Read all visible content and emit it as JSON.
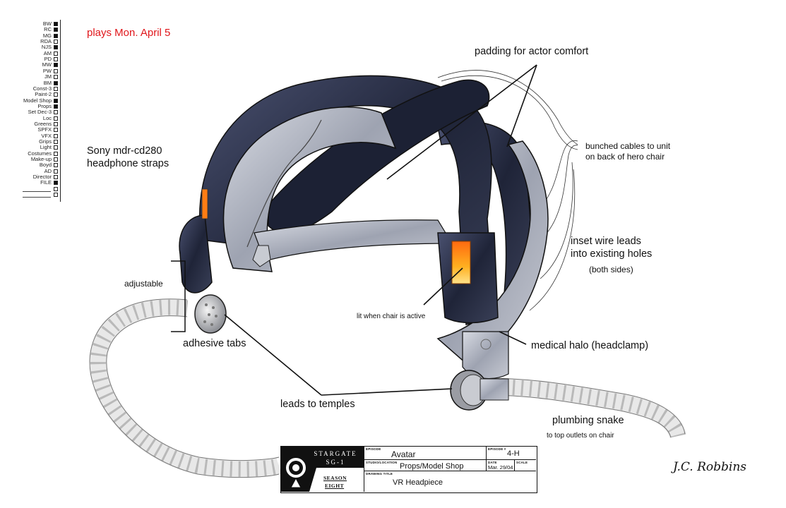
{
  "distribution": [
    {
      "label": "BW",
      "checked": true
    },
    {
      "label": "RC",
      "checked": true
    },
    {
      "label": "MG",
      "checked": true
    },
    {
      "label": "RDA",
      "checked": false
    },
    {
      "label": "NJS",
      "checked": true
    },
    {
      "label": "AM",
      "checked": false
    },
    {
      "label": "PD",
      "checked": false
    },
    {
      "label": "MW",
      "checked": true
    },
    {
      "label": "PW",
      "checked": false
    },
    {
      "label": "JM",
      "checked": false
    },
    {
      "label": "BM",
      "checked": true
    },
    {
      "label": "Const-3",
      "checked": false
    },
    {
      "label": "Paint-2",
      "checked": false
    },
    {
      "label": "Model Shop",
      "checked": true
    },
    {
      "label": "Props",
      "checked": true
    },
    {
      "label": "Set Dec-3",
      "checked": false
    },
    {
      "label": "Loc",
      "checked": false
    },
    {
      "label": "Greens",
      "checked": false
    },
    {
      "label": "SPFX",
      "checked": false
    },
    {
      "label": "VFX",
      "checked": false
    },
    {
      "label": "Grips",
      "checked": false
    },
    {
      "label": "Light",
      "checked": false
    },
    {
      "label": "Costumes",
      "checked": false
    },
    {
      "label": "Make-up",
      "checked": false
    },
    {
      "label": "Boyd",
      "checked": false
    },
    {
      "label": "AD",
      "checked": false
    },
    {
      "label": "Director",
      "checked": false
    },
    {
      "label": "FILE",
      "checked": true
    },
    {
      "label": "",
      "checked": false
    },
    {
      "label": "",
      "checked": false
    }
  ],
  "air_note": "plays Mon. April 5",
  "annotations": {
    "padding": "padding for actor comfort",
    "cables_1": "bunched cables to unit",
    "cables_2": "on back of hero chair",
    "straps_1": "Sony mdr-cd280",
    "straps_2": "headphone straps",
    "wires_1": "inset wire leads",
    "wires_2": "into existing holes",
    "wires_3": "(both sides)",
    "adjustable": "adjustable",
    "lit": "lit when chair is active",
    "adhesive": "adhesive tabs",
    "halo": "medical halo (headclamp)",
    "temples": "leads to temples",
    "snake": "plumbing snake",
    "snake_sub": "to top outlets on chair"
  },
  "title_block": {
    "logo_line1": "STARGATE",
    "logo_line2": "SG-1",
    "season_line1": "SEASON",
    "season_line2": "EIGHT",
    "episode_caption": "EPISODE",
    "episode": "Avatar",
    "episode_no_caption": "EPISODE #",
    "episode_no": "4-H",
    "studio_caption": "STUDIO/LOCATION",
    "studio": "Props/Model Shop",
    "date_caption": "DATE",
    "date": "Mar. 29/04",
    "scale_caption": "SCALE",
    "scale": "",
    "drawing_caption": "DRAWING TITLE",
    "drawing": "VR Headpiece"
  },
  "signature": "J.C. Robbins",
  "colors": {
    "air_note": "#e0161b",
    "frame_dark": "#2a3046",
    "frame_silver": "#a9adb8",
    "light_window": "#ff9a1a"
  }
}
